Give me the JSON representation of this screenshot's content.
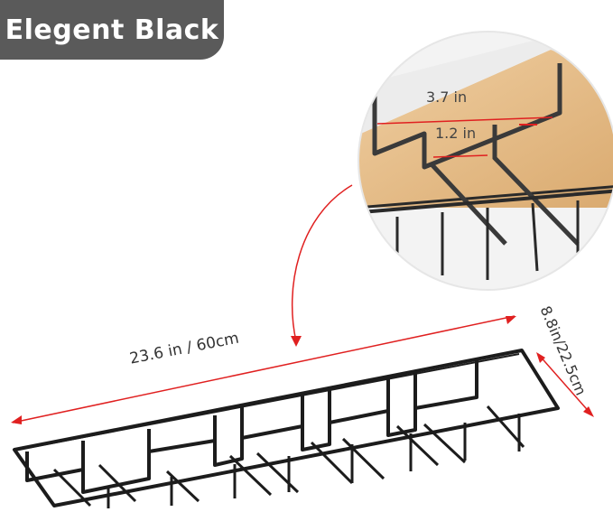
{
  "badge": {
    "label": "Elegent Black"
  },
  "dimensions": {
    "length": "23.6 in / 60cm",
    "depth": "8.8in/22.5cm",
    "outer_width": "3.7 in",
    "inner_gap": "1.2 in"
  },
  "colors": {
    "badge_bg": "#5a5a5a",
    "arrow_red": "#e02020",
    "wood": "#e2b887",
    "metal": "#1c1c1c"
  }
}
